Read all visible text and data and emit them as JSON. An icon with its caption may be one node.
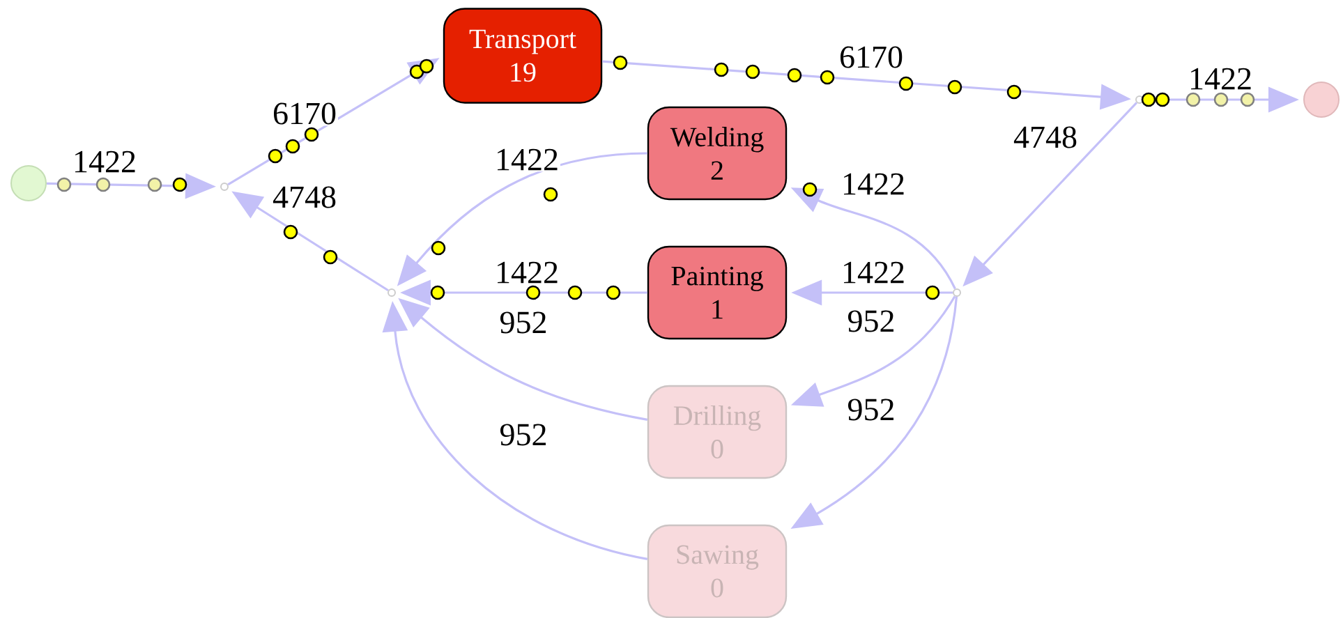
{
  "diagram": {
    "nodes": [
      {
        "text": [],
        "shape": "circle"
      },
      {
        "text": [],
        "shape": "circle"
      },
      {
        "text": [
          "Transport",
          "19"
        ]
      },
      {
        "text": [],
        "shape": "circle"
      },
      {
        "text": [],
        "shape": "circle"
      },
      {
        "text": [],
        "shape": "circle"
      },
      {
        "text": [
          "Welding",
          "2"
        ]
      },
      {
        "text": [
          "Painting",
          "1"
        ]
      },
      {
        "text": [
          "Drilling",
          "0"
        ]
      },
      {
        "text": [
          "Sawing",
          "0"
        ]
      },
      {
        "text": [],
        "shape": "circle"
      }
    ],
    "edges": [
      {
        "from": 0,
        "to": 1,
        "arrow": "to",
        "label": "1422"
      },
      {
        "from": 1,
        "to": 2,
        "arrow": "to",
        "label": "6170"
      },
      {
        "from": 2,
        "to": 3,
        "arrow": "to",
        "label": "6170"
      },
      {
        "from": 3,
        "to": 4,
        "arrow": "to",
        "label": "1422"
      },
      {
        "from": 3,
        "to": 5,
        "arrow": "to",
        "label": "4748"
      },
      {
        "from": 5,
        "to": 6,
        "arrow": "to",
        "label": "1422"
      },
      {
        "from": 5,
        "to": 7,
        "arrow": "to",
        "label": "1422"
      },
      {
        "from": 5,
        "to": 8,
        "arrow": "to",
        "label": "952"
      },
      {
        "from": 5,
        "to": 9,
        "arrow": "to",
        "label": "952"
      },
      {
        "from": 6,
        "to": 10,
        "arrow": "to",
        "label": "1422"
      },
      {
        "from": 7,
        "to": 10,
        "arrow": "to",
        "label": "1422"
      },
      {
        "from": 8,
        "to": 10,
        "arrow": "to",
        "label": "952"
      },
      {
        "from": 9,
        "to": 10,
        "arrow": "to",
        "label": "952"
      },
      {
        "from": 10,
        "to": 1,
        "arrow": "to",
        "label": "4748"
      }
    ]
  }
}
